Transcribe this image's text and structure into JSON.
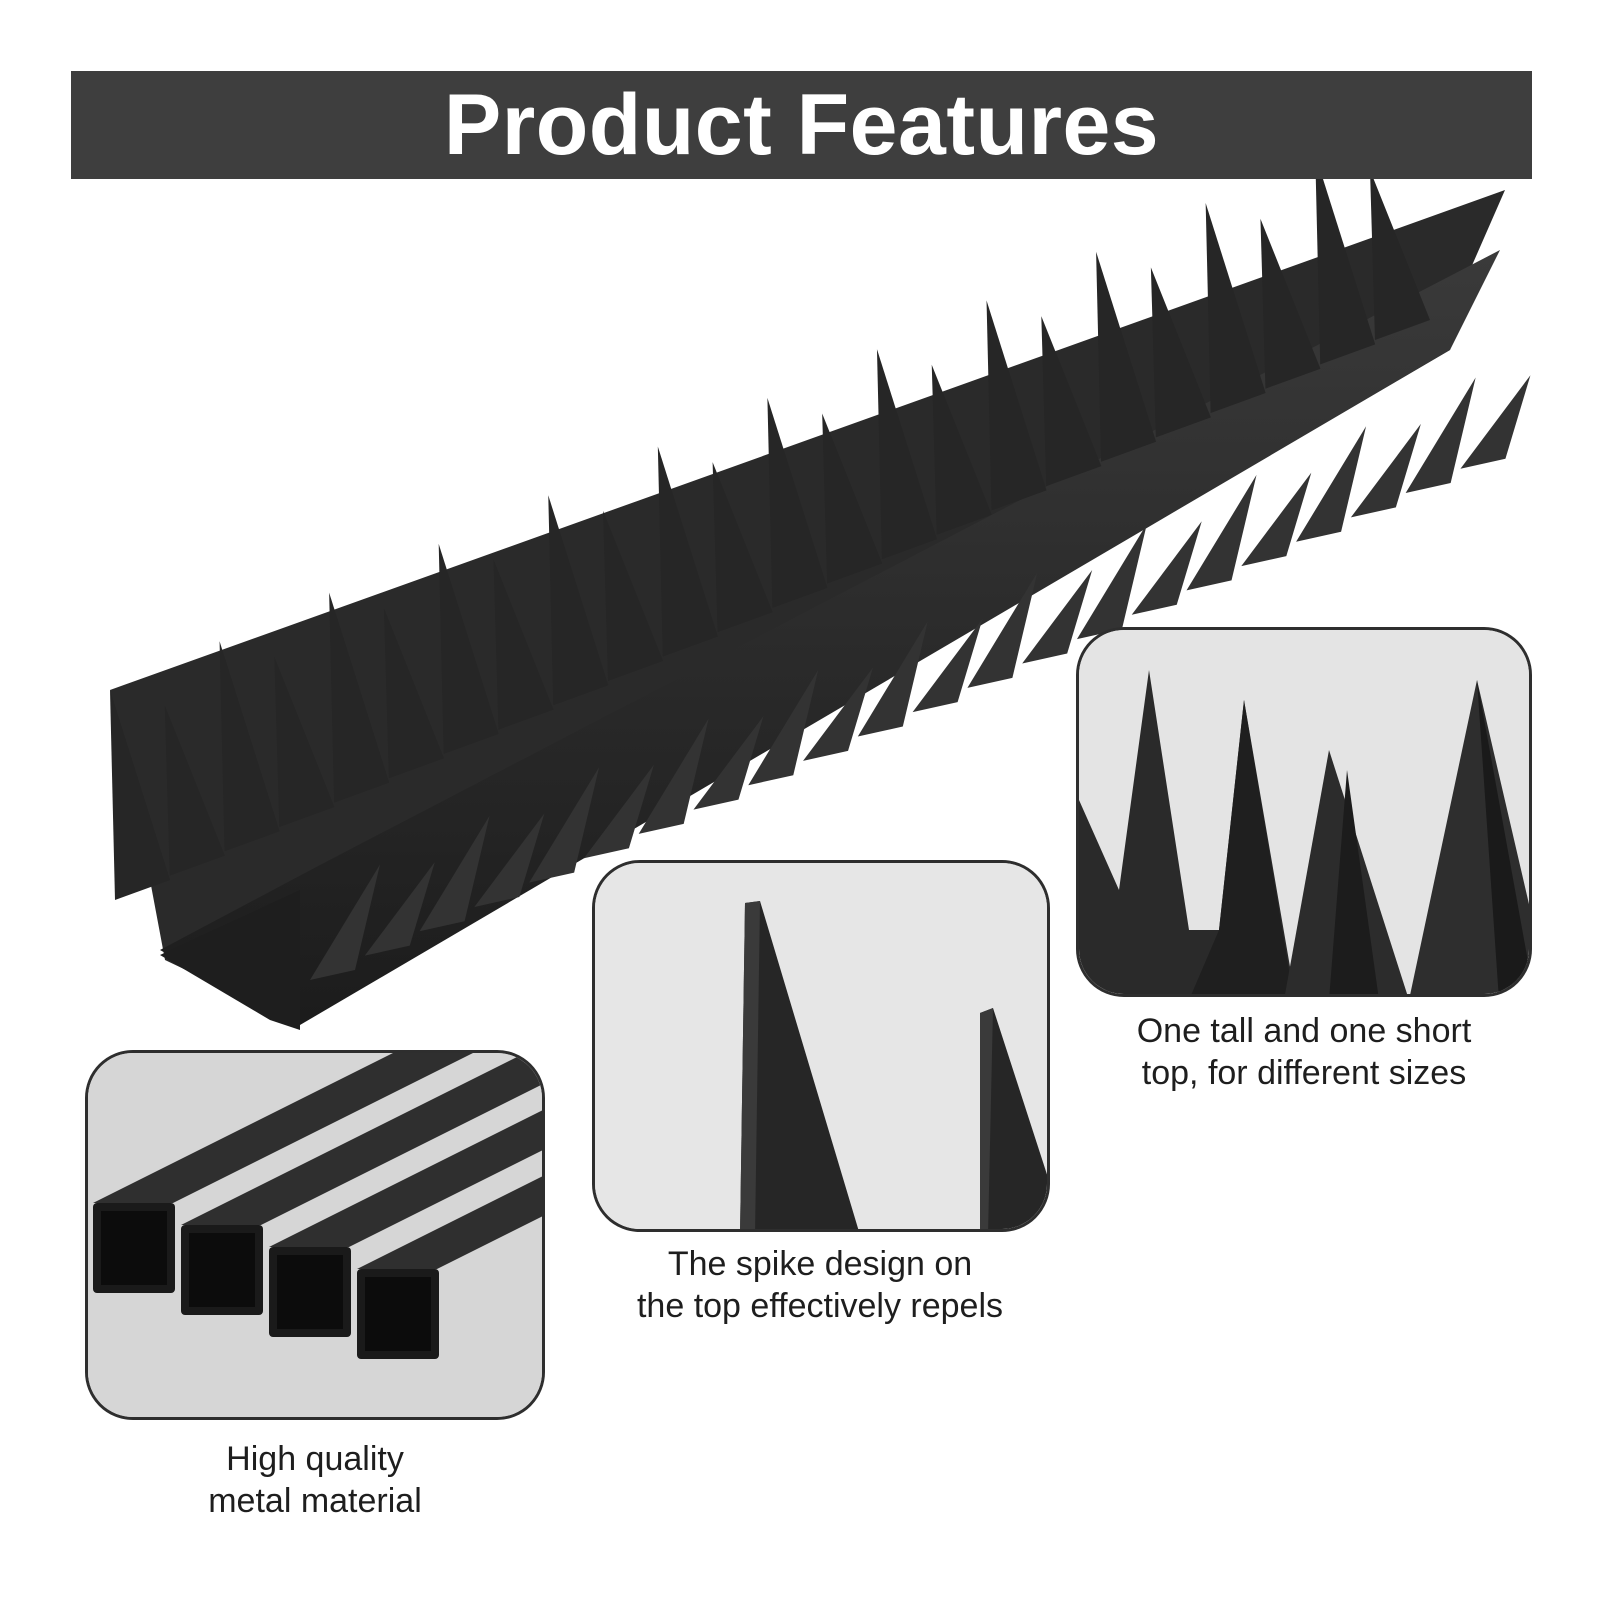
{
  "banner": {
    "title": "Product Features"
  },
  "features": {
    "tall_short": {
      "caption_line1": "One tall and one short",
      "caption_line2": "top, for different sizes"
    },
    "spike_design": {
      "caption_line1": "The spike design on",
      "caption_line2": "the top effectively repels"
    },
    "metal": {
      "caption_line1": "High quality",
      "caption_line2": "metal material"
    }
  },
  "colors": {
    "banner": "#3e3e3e",
    "product": "#262626",
    "panel_bg": "#dcdcdc",
    "text": "#1e1e1e"
  },
  "icons": {
    "product": "bird-spike-strip-image",
    "metal": "square-tubes-image",
    "spike": "spike-closeup-image",
    "tops": "spike-tops-image"
  }
}
